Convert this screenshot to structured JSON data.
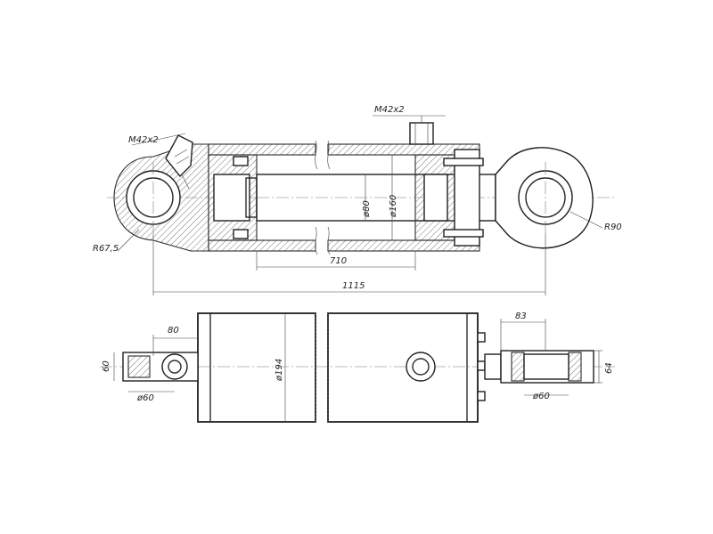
{
  "dimensions": {
    "thread_eye": "M42x2",
    "thread_port": "M42x2",
    "rod_diameter": "ø80",
    "bore_diameter": "ø160",
    "stroke_length": "710",
    "overall_length": "1115",
    "eye_radius_left": "R67,5",
    "eye_radius_right": "R90",
    "body_diameter": "ø194",
    "left_offset": "80",
    "left_eye_width": "60",
    "left_pin_diameter": "ø60",
    "right_offset": "83",
    "right_pin_diameter": "ø60",
    "right_eye_width": "64"
  }
}
